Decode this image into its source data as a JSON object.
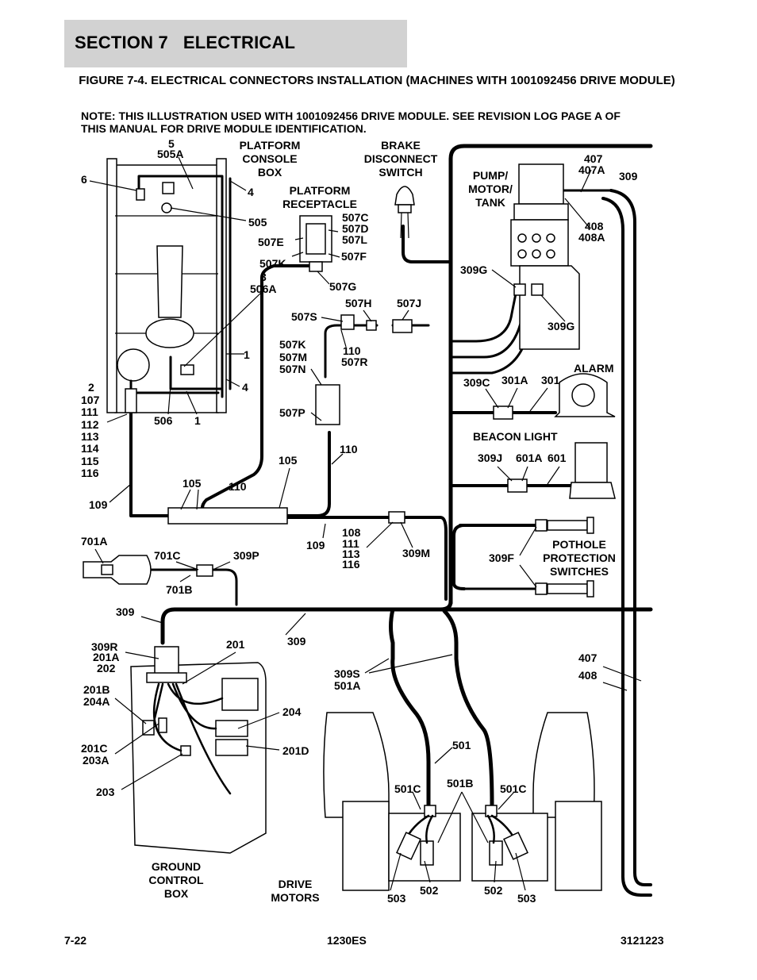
{
  "section": {
    "title": "SECTION 7   ELECTRICAL"
  },
  "figure": {
    "title": "FIGURE 7-4. ELECTRICAL CONNECTORS INSTALLATION (MACHINES WITH 1001092456 DRIVE MODULE)"
  },
  "note": {
    "text": "NOTE: THIS ILLUSTRATION USED WITH 1001092456 DRIVE MODULE.  SEE REVISION LOG PAGE A OF THIS MANUAL FOR DRIVE MODULE IDENTIFICATION."
  },
  "labels": {
    "platform_console_box": [
      "PLATFORM",
      "CONSOLE",
      "BOX"
    ],
    "brake_disconnect_switch": [
      "BRAKE",
      "DISCONNECT",
      "SWITCH"
    ],
    "platform_receptacle": [
      "PLATFORM",
      "RECEPTACLE"
    ],
    "pump_motor_tank": [
      "PUMP/",
      "MOTOR/",
      "TANK"
    ],
    "alarm": "ALARM",
    "beacon_light": "BEACON LIGHT",
    "pothole_protection_switches": [
      "POTHOLE",
      "PROTECTION",
      "SWITCHES"
    ],
    "ground_control_box": [
      "GROUND",
      "CONTROL",
      "BOX"
    ],
    "drive_motors": [
      "DRIVE",
      "MOTORS"
    ]
  },
  "callouts": {
    "c5_505a": [
      "5",
      "505A"
    ],
    "c6": "6",
    "c4a": "4",
    "c505": "505",
    "c3_506a": [
      "3",
      "506A"
    ],
    "c1a": "1",
    "c4b": "4",
    "c2_group": [
      "2",
      "107",
      "111",
      "112",
      "113",
      "114",
      "115",
      "116"
    ],
    "c506": "506",
    "c1b": "1",
    "c507c": [
      "507C",
      "507D",
      "507L"
    ],
    "c507e": "507E",
    "c507f": "507F",
    "c507k": "507K",
    "c507g": "507G",
    "c507h": "507H",
    "c507j": "507J",
    "c507s": "507S",
    "c110_507r": [
      "110",
      "507R"
    ],
    "c507k_group": [
      "507K",
      "507M",
      "507N"
    ],
    "c507p": "507P",
    "c110": "110",
    "c105a": "105",
    "c105b": "105",
    "c110b": "110",
    "c109a": "109",
    "c109b": "109",
    "c108_group": [
      "108",
      "111",
      "113",
      "116"
    ],
    "c309m": "309M",
    "c407_407a": [
      "407",
      "407A"
    ],
    "c309": "309",
    "c408_408a": [
      "408",
      "408A"
    ],
    "c309g_left": "309G",
    "c309g_right": "309G",
    "c309c": "309C",
    "c301a": "301A",
    "c301": "301",
    "c309j": "309J",
    "c601a": "601A",
    "c601": "601",
    "c309f": "309F",
    "c701a": "701A",
    "c701c": "701C",
    "c309p": "309P",
    "c701b": "701B",
    "c309_mid": "309",
    "c309_low": "309",
    "c309r_group": [
      "309R",
      "201A",
      "202"
    ],
    "c201": "201",
    "c201b_204a": [
      "201B",
      "204A"
    ],
    "c204": "204",
    "c201c_203a": [
      "201C",
      "203A"
    ],
    "c201d": "201D",
    "c203": "203",
    "c309s_501a": [
      "309S",
      "501A"
    ],
    "c407_408": [
      "407",
      "408"
    ],
    "c501": "501",
    "c501c_left": "501C",
    "c501b": "501B",
    "c501c_right": "501C",
    "c503_left": "503",
    "c502_left": "502",
    "c502_right": "502",
    "c503_right": "503"
  },
  "footer": {
    "page": "7-22",
    "model": "1230ES",
    "doc_number": "3121223"
  }
}
